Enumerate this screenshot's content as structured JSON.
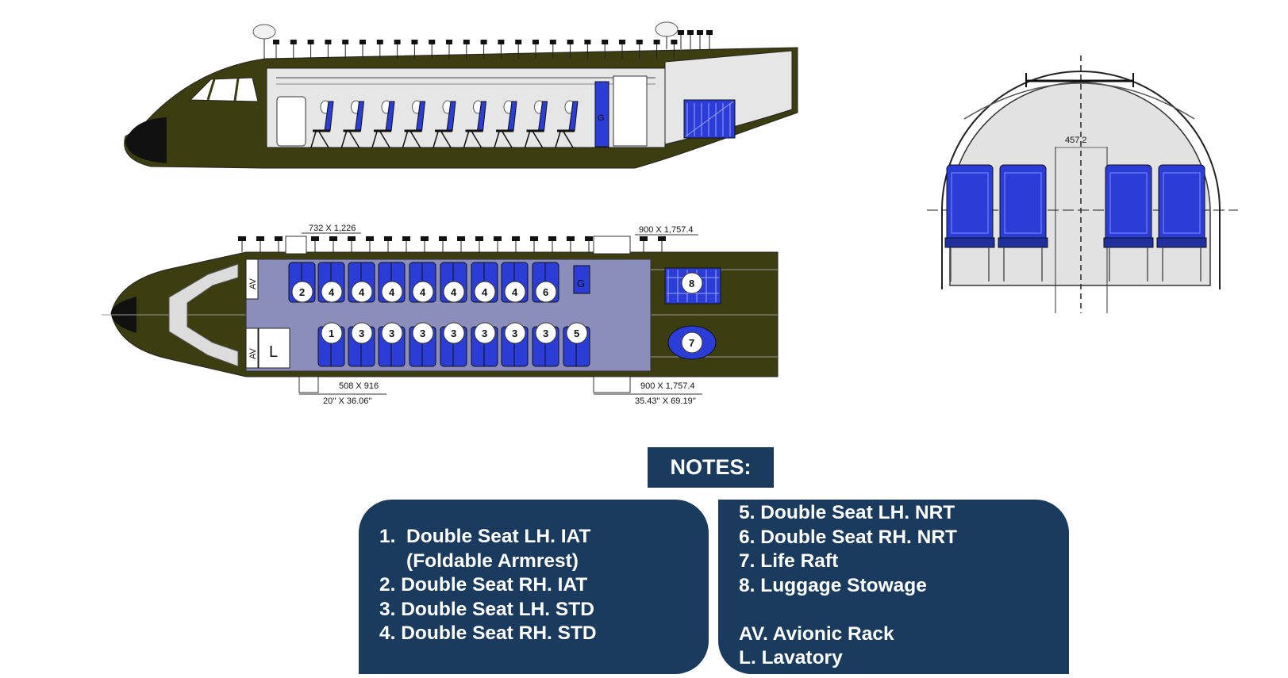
{
  "dimensions": {
    "top_left": "732 X 1,226",
    "top_right": "900 X 1,757.4",
    "bottom_left": "508 X 916",
    "bottom_left_in": "20'' X 36.06''",
    "bottom_right": "900 X 1,757.4",
    "bottom_right_in": "35.43'' X 69.19''",
    "section_width": "457.2"
  },
  "plan_labels": {
    "av": "AV",
    "lavatory": "L",
    "galley": "G",
    "top_row": [
      "2",
      "4",
      "4",
      "4",
      "4",
      "4",
      "4",
      "4",
      "6"
    ],
    "bottom_row": [
      "1",
      "3",
      "3",
      "3",
      "3",
      "3",
      "3",
      "3",
      "5"
    ],
    "luggage": "8",
    "raft": "7"
  },
  "notes": {
    "title": "NOTES:",
    "left": [
      "1.  Double Seat LH. IAT",
      "     (Foldable Armrest)",
      "2. Double Seat RH. IAT",
      "3. Double Seat LH. STD",
      "4. Double Seat RH. STD"
    ],
    "right_top": [
      "5. Double Seat LH. NRT",
      "6. Double Seat RH. NRT",
      "7. Life Raft",
      "8. Luggage Stowage"
    ],
    "right_bottom": [
      "AV. Avionic Rack",
      "L. Lavatory"
    ]
  },
  "colors": {
    "fuselage": "#3c3e12",
    "cabin": "#8b8dbb",
    "seat": "#2b3dd6",
    "panel": "#1a3a5e"
  }
}
